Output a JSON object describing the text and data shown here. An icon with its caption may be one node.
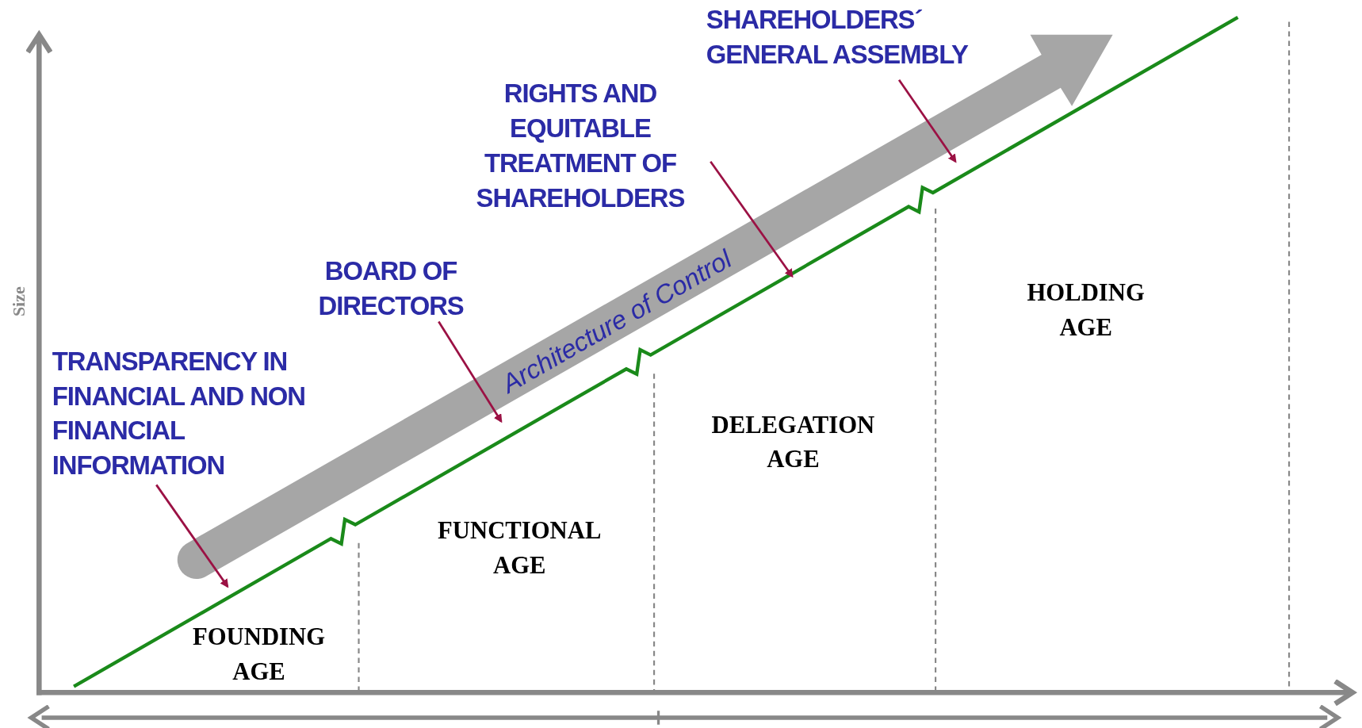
{
  "diagram": {
    "nodes": [
      {
        "text": [
          "TRANSPARENCY IN FINANCIAL AND NON FINANCIAL INFORMATION"
        ]
      },
      {
        "text": [
          "BOARD OF DIRECTORS"
        ]
      },
      {
        "text": [
          "RIGHTS AND EQUITABLE TREATMENT OF SHAREHOLDERS"
        ]
      },
      {
        "text": [
          "SHAREHOLDERS´ GENERAL ASSEMBLY"
        ]
      }
    ],
    "edges": [
      {
        "from": 0,
        "to": null,
        "arrow": "to"
      },
      {
        "from": 1,
        "to": null,
        "arrow": "to"
      },
      {
        "from": 2,
        "to": null,
        "arrow": "to"
      },
      {
        "from": 3,
        "to": null,
        "arrow": "to"
      }
    ],
    "labels": [
      "Architecture of Control",
      "Size",
      "FOUNDING AGE",
      "FUNCTIONAL AGE",
      "DELEGATION AGE",
      "HOLDING AGE"
    ]
  }
}
